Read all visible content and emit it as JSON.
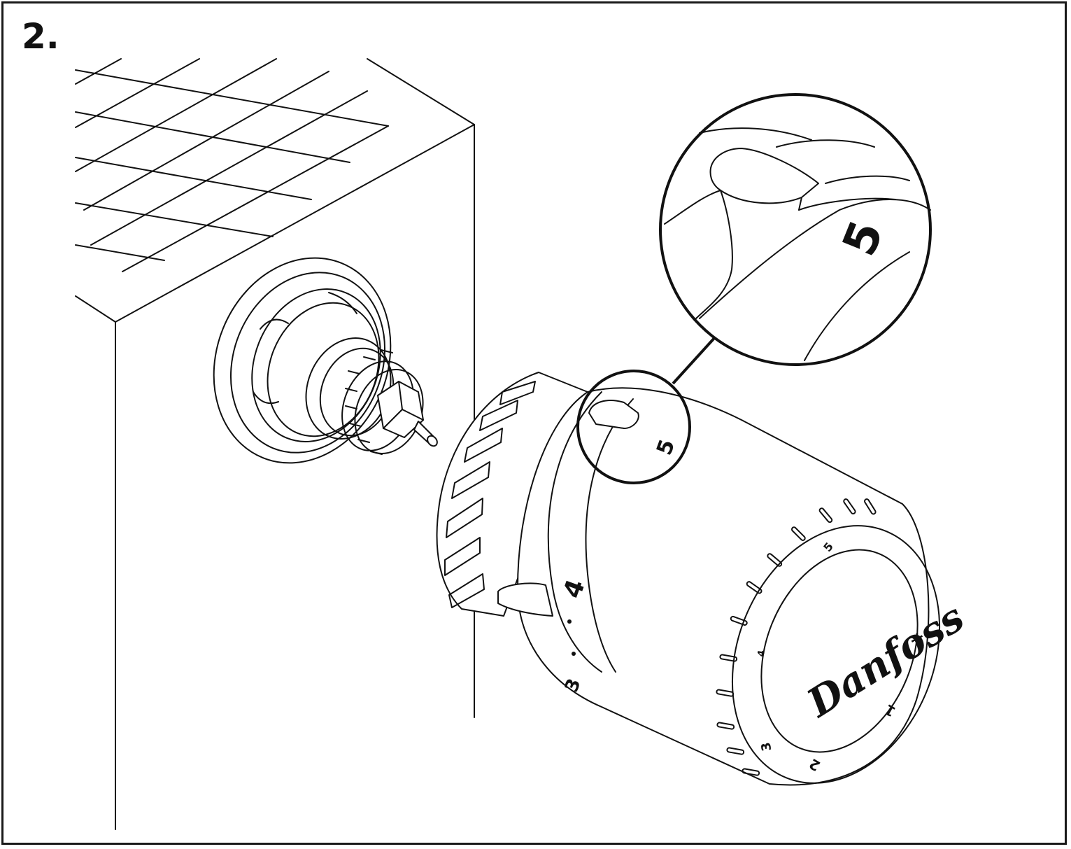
{
  "step_label": "2.",
  "dial": {
    "large_marks": [
      "4",
      "3"
    ],
    "face_marks": [
      "5",
      "4",
      "3",
      "2",
      "1"
    ],
    "frost_symbol": "*",
    "zoom_mark": "5"
  },
  "brand": "Danfoss"
}
